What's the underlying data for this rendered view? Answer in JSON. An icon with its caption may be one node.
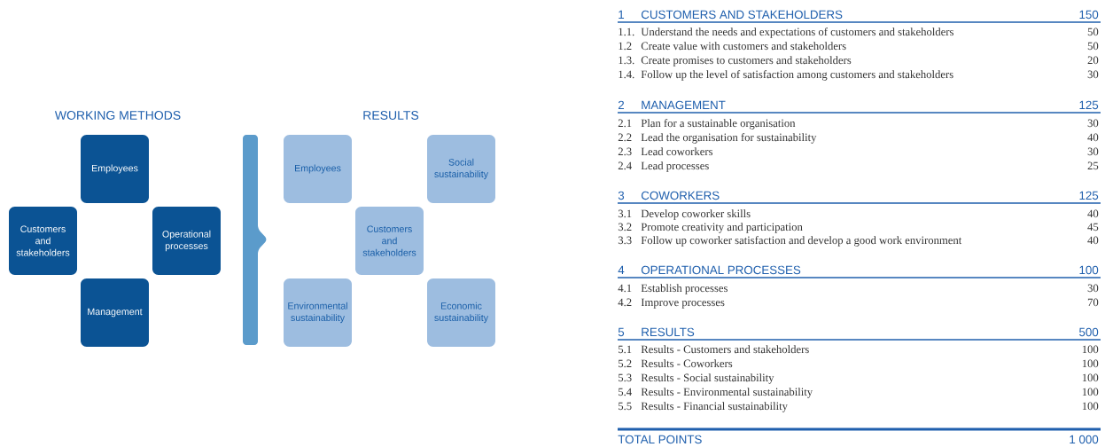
{
  "diagram": {
    "nodes": [
      {
        "text": [
          "Employees"
        ]
      },
      {
        "text": [
          "Customers and stakeholders"
        ]
      },
      {
        "text": [
          "Operational processes"
        ]
      },
      {
        "text": [
          "Management"
        ]
      },
      {
        "text": [],
        "shape": "bar"
      },
      {
        "text": [
          "Employees"
        ]
      },
      {
        "text": [
          "Social sustainability"
        ]
      },
      {
        "text": [
          "Customers and stakeholders"
        ]
      },
      {
        "text": [
          "Environmental sustainability"
        ]
      },
      {
        "text": [
          "Economic sustainability"
        ]
      }
    ],
    "labels": [
      "WORKING METHODS",
      "RESULTS",
      "1",
      "CUSTOMERS AND STAKEHOLDERS",
      "150",
      "1.1.",
      "Understand the needs and expectations of customers and stakeholders",
      "50",
      "1.2",
      "Create value with customers and stakeholders",
      "50",
      "1.3.",
      "Create promises to customers and stakeholders",
      "20",
      "1.4.",
      "Follow up the level of satisfaction among customers and stakeholders",
      "30",
      "2",
      "MANAGEMENT",
      "125",
      "2.1",
      "Plan for a sustainable organisation",
      "30",
      "2.2",
      "Lead the organisation for sustainability",
      "40",
      "2.3",
      "Lead coworkers",
      "30",
      "2.4",
      "Lead processes",
      "25",
      "3",
      "COWORKERS",
      "125",
      "3.1",
      "Develop coworker skills",
      "40",
      "3.2",
      "Promote creativity and participation",
      "45",
      "3.3",
      "Follow up coworker satisfaction and develop a good work environment",
      "40",
      "4",
      "OPERATIONAL PROCESSES",
      "100",
      "4.1",
      "Establish processes",
      "30",
      "4.2",
      "Improve processes",
      "70",
      "5",
      "RESULTS",
      "500",
      "5.1",
      "Results - Customers and stakeholders",
      "100",
      "5.2",
      "Results - Coworkers",
      "100",
      "5.3",
      "Results - Social sustainability",
      "100",
      "5.4",
      "Results - Environmental sustainability",
      "100",
      "5.5",
      "Results - Financial sustainability",
      "100",
      "TOTAL POINTS",
      "1 000"
    ]
  }
}
